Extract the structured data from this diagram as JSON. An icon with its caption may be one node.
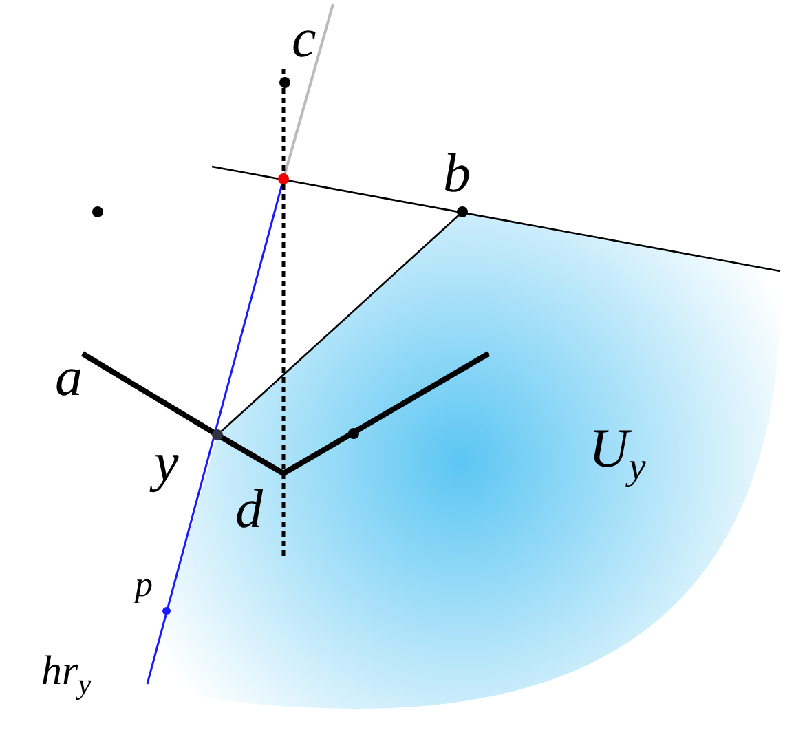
{
  "diagram": {
    "labels": [
      "c",
      "b",
      "a",
      "y",
      "d",
      "U$_{y}$",
      "p",
      "hr$_{y}$"
    ]
  }
}
